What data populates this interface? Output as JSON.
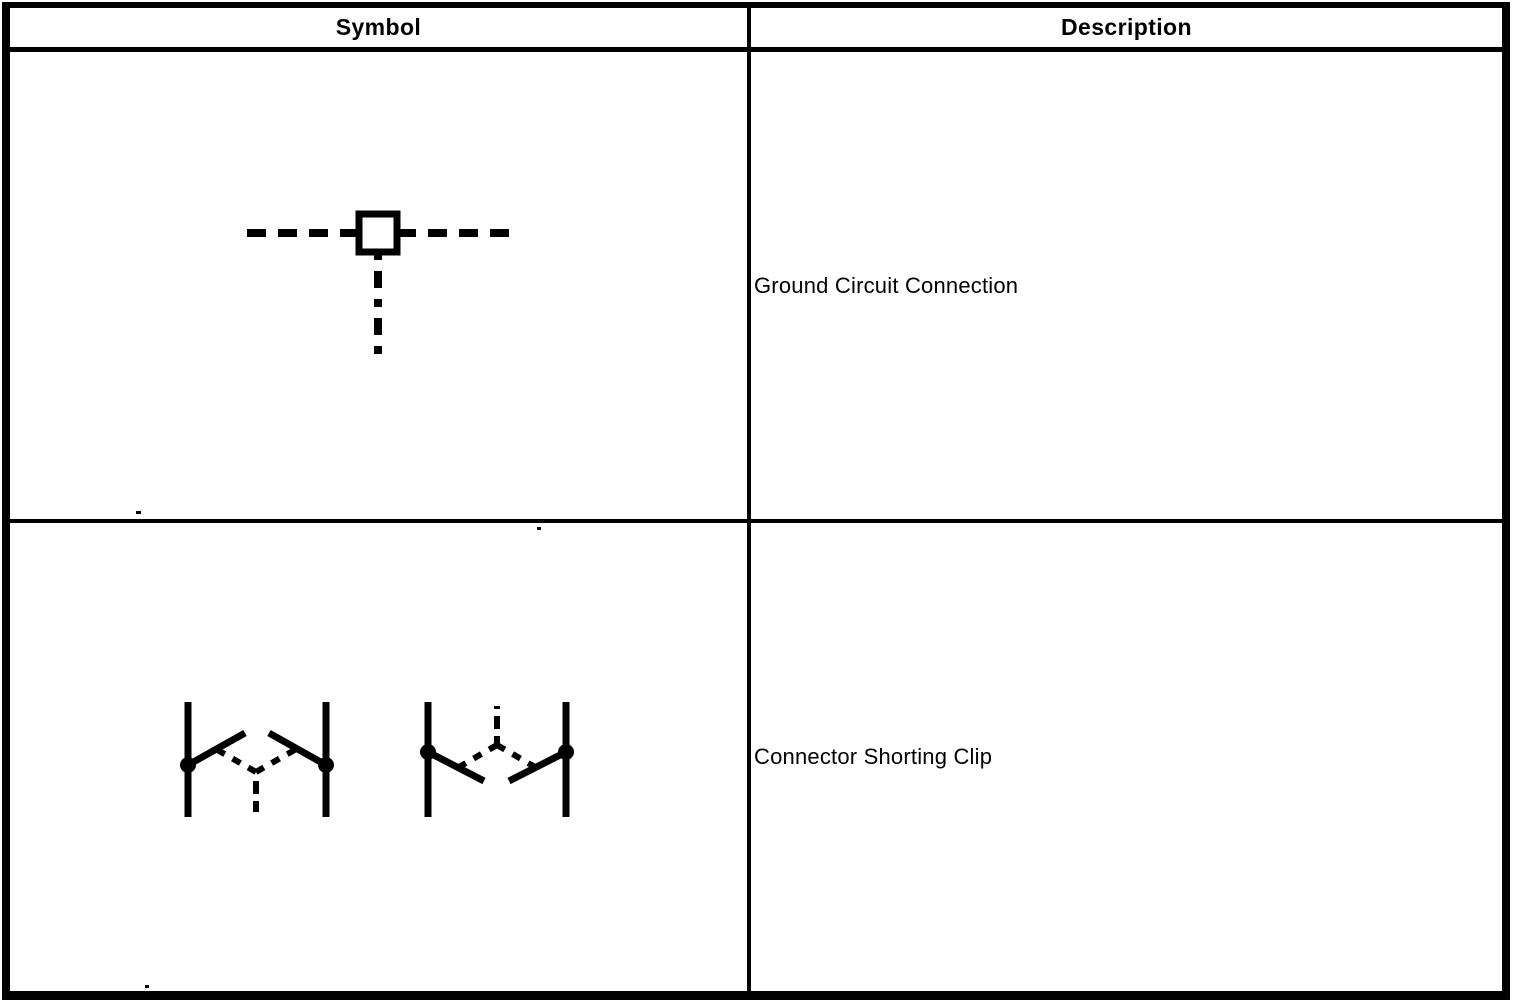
{
  "table": {
    "headers": [
      {
        "label": "Symbol"
      },
      {
        "label": "Description"
      }
    ],
    "rows": [
      {
        "symbol": "ground-circuit-connection-symbol",
        "description": "Ground Circuit Connection"
      },
      {
        "symbol": "connector-shorting-clip-symbol",
        "description": "Connector Shorting Clip"
      }
    ]
  },
  "colors": {
    "ink": "#000000",
    "background": "#ffffff"
  }
}
